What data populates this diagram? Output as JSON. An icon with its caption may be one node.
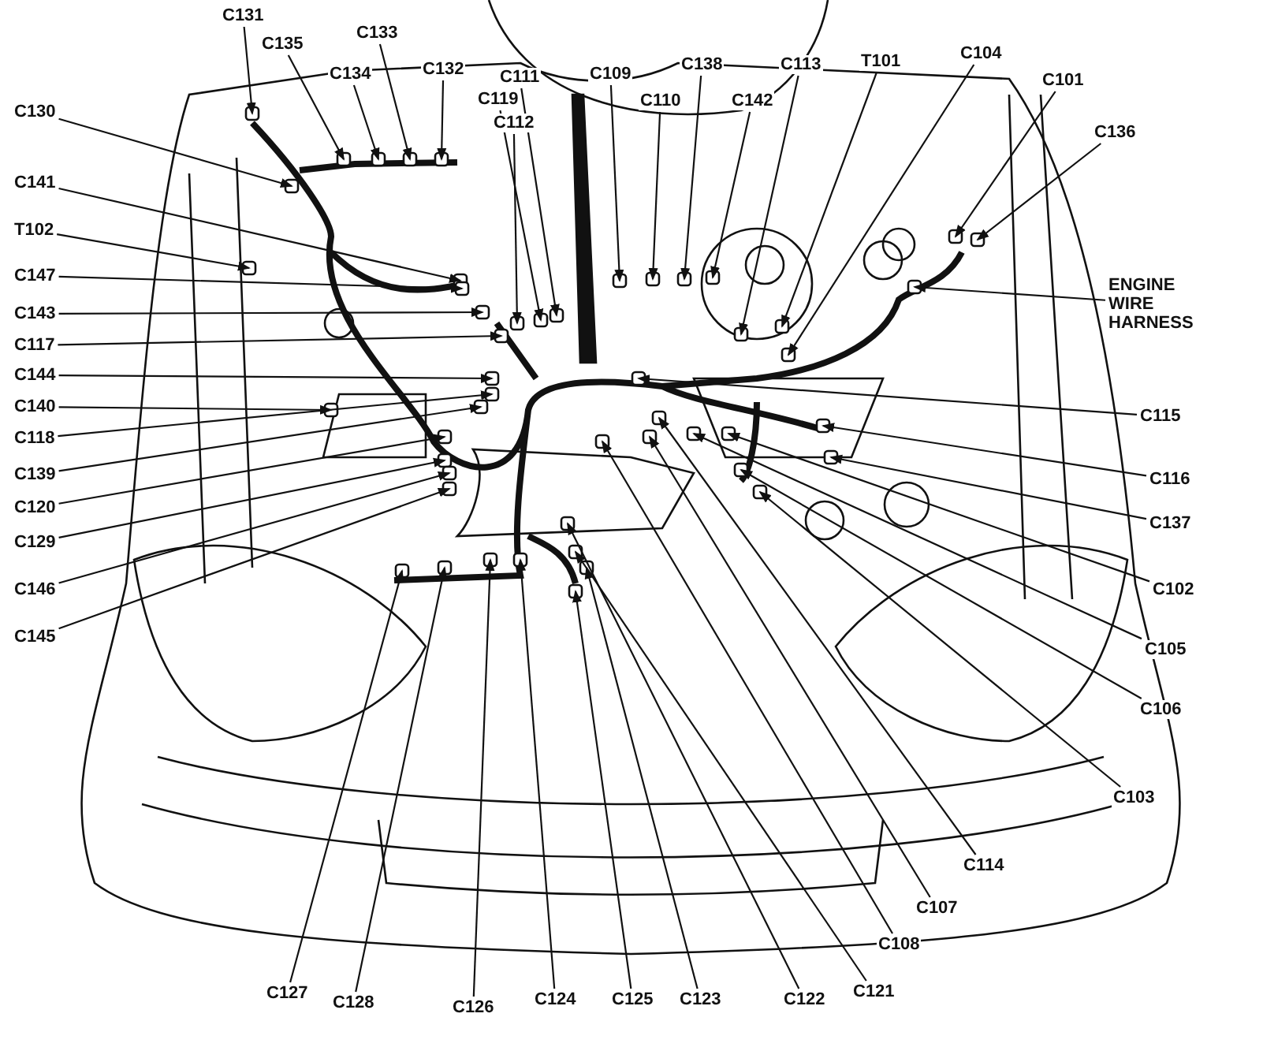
{
  "diagram": {
    "nodes": [
      {
        "text": [
          "C131"
        ]
      },
      {
        "text": [
          "C135"
        ]
      },
      {
        "text": [
          "C133"
        ]
      },
      {
        "text": [
          "C134"
        ]
      },
      {
        "text": [
          "C132"
        ]
      },
      {
        "text": [
          "C111"
        ]
      },
      {
        "text": [
          "C119"
        ]
      },
      {
        "text": [
          "C112"
        ]
      },
      {
        "text": [
          "C109"
        ]
      },
      {
        "text": [
          "C110"
        ]
      },
      {
        "text": [
          "C138"
        ]
      },
      {
        "text": [
          "C142"
        ]
      },
      {
        "text": [
          "C113"
        ]
      },
      {
        "text": [
          "T101"
        ]
      },
      {
        "text": [
          "C104"
        ]
      },
      {
        "text": [
          "C101"
        ]
      },
      {
        "text": [
          "C136"
        ]
      },
      {
        "text": [
          "ENGINE WIRE HARNESS"
        ]
      },
      {
        "text": [
          "C130"
        ]
      },
      {
        "text": [
          "C141"
        ]
      },
      {
        "text": [
          "T102"
        ]
      },
      {
        "text": [
          "C147"
        ]
      },
      {
        "text": [
          "C143"
        ]
      },
      {
        "text": [
          "C117"
        ]
      },
      {
        "text": [
          "C144"
        ]
      },
      {
        "text": [
          "C140"
        ]
      },
      {
        "text": [
          "C118"
        ]
      },
      {
        "text": [
          "C139"
        ]
      },
      {
        "text": [
          "C120"
        ]
      },
      {
        "text": [
          "C129"
        ]
      },
      {
        "text": [
          "C146"
        ]
      },
      {
        "text": [
          "C145"
        ]
      },
      {
        "text": [
          "C115"
        ]
      },
      {
        "text": [
          "C116"
        ]
      },
      {
        "text": [
          "C137"
        ]
      },
      {
        "text": [
          "C102"
        ]
      },
      {
        "text": [
          "C105"
        ]
      },
      {
        "text": [
          "C106"
        ]
      },
      {
        "text": [
          "C103"
        ]
      },
      {
        "text": [
          "C114"
        ]
      },
      {
        "text": [
          "C107"
        ]
      },
      {
        "text": [
          "C108"
        ]
      },
      {
        "text": [
          "C121"
        ]
      },
      {
        "text": [
          "C122"
        ]
      },
      {
        "text": [
          "C123"
        ]
      },
      {
        "text": [
          "C125"
        ]
      },
      {
        "text": [
          "C124"
        ]
      },
      {
        "text": [
          "C126"
        ]
      },
      {
        "text": [
          "C128"
        ]
      },
      {
        "text": [
          "C127"
        ]
      }
    ],
    "edges": [
      {
        "from": 0,
        "to": null,
        "arrow": "to"
      },
      {
        "from": 1,
        "to": null,
        "arrow": "to"
      },
      {
        "from": 2,
        "to": null,
        "arrow": "to"
      },
      {
        "from": 3,
        "to": null,
        "arrow": "to"
      },
      {
        "from": 4,
        "to": null,
        "arrow": "to"
      },
      {
        "from": 5,
        "to": null,
        "arrow": "to"
      },
      {
        "from": 6,
        "to": null,
        "arrow": "to"
      },
      {
        "from": 7,
        "to": null,
        "arrow": "to"
      },
      {
        "from": 8,
        "to": null,
        "arrow": "to"
      },
      {
        "from": 9,
        "to": null,
        "arrow": "to"
      },
      {
        "from": 10,
        "to": null,
        "arrow": "to"
      },
      {
        "from": 11,
        "to": null,
        "arrow": "to"
      },
      {
        "from": 12,
        "to": null,
        "arrow": "to"
      },
      {
        "from": 13,
        "to": null,
        "arrow": "to"
      },
      {
        "from": 14,
        "to": null,
        "arrow": "to"
      },
      {
        "from": 15,
        "to": null,
        "arrow": "to"
      },
      {
        "from": 16,
        "to": null,
        "arrow": "to"
      },
      {
        "from": 17,
        "to": null,
        "arrow": "to"
      },
      {
        "from": 18,
        "to": null,
        "arrow": "to"
      },
      {
        "from": 19,
        "to": null,
        "arrow": "to"
      },
      {
        "from": 20,
        "to": null,
        "arrow": "to"
      },
      {
        "from": 21,
        "to": null,
        "arrow": "to"
      },
      {
        "from": 22,
        "to": null,
        "arrow": "to"
      },
      {
        "from": 23,
        "to": null,
        "arrow": "to"
      },
      {
        "from": 24,
        "to": null,
        "arrow": "to"
      },
      {
        "from": 25,
        "to": null,
        "arrow": "to"
      },
      {
        "from": 26,
        "to": null,
        "arrow": "to"
      },
      {
        "from": 27,
        "to": null,
        "arrow": "to"
      },
      {
        "from": 28,
        "to": null,
        "arrow": "to"
      },
      {
        "from": 29,
        "to": null,
        "arrow": "to"
      },
      {
        "from": 30,
        "to": null,
        "arrow": "to"
      },
      {
        "from": 31,
        "to": null,
        "arrow": "to"
      },
      {
        "from": 32,
        "to": null,
        "arrow": "to"
      },
      {
        "from": 33,
        "to": null,
        "arrow": "to"
      },
      {
        "from": 34,
        "to": null,
        "arrow": "to"
      },
      {
        "from": 35,
        "to": null,
        "arrow": "to"
      },
      {
        "from": 36,
        "to": null,
        "arrow": "to"
      },
      {
        "from": 37,
        "to": null,
        "arrow": "to"
      },
      {
        "from": 38,
        "to": null,
        "arrow": "to"
      },
      {
        "from": 39,
        "to": null,
        "arrow": "to"
      },
      {
        "from": 40,
        "to": null,
        "arrow": "to"
      },
      {
        "from": 41,
        "to": null,
        "arrow": "to"
      },
      {
        "from": 42,
        "to": null,
        "arrow": "to"
      },
      {
        "from": 43,
        "to": null,
        "arrow": "to"
      },
      {
        "from": 44,
        "to": null,
        "arrow": "to"
      },
      {
        "from": 45,
        "to": null,
        "arrow": "to"
      },
      {
        "from": 46,
        "to": null,
        "arrow": "to"
      },
      {
        "from": 47,
        "to": null,
        "arrow": "to"
      },
      {
        "from": 48,
        "to": null,
        "arrow": "to"
      },
      {
        "from": 49,
        "to": null,
        "arrow": "to"
      }
    ]
  }
}
